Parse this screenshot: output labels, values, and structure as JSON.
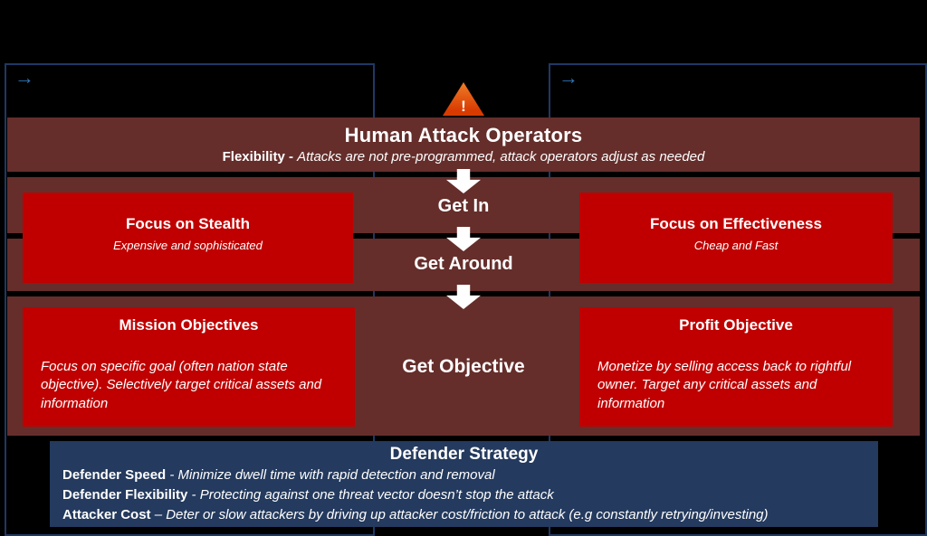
{
  "tracks": {
    "left": {
      "arrow_glyph": "→"
    },
    "right": {
      "arrow_glyph": "→"
    }
  },
  "warning": {
    "glyph": "!"
  },
  "operators": {
    "title": "Human Attack Operators",
    "subtitle_bold": "Flexibility - ",
    "subtitle_italic": "Attacks are not pre-programmed,  attack operators adjust as needed"
  },
  "stages": {
    "get_in": "Get In",
    "get_around": "Get Around",
    "get_objective": "Get Objective"
  },
  "left_column": {
    "stealth": {
      "title": "Focus on Stealth",
      "subtitle": "Expensive and sophisticated"
    },
    "mission": {
      "title": "Mission Objectives",
      "body": "Focus on specific goal (often nation state objective). Selectively target critical assets and information"
    }
  },
  "right_column": {
    "effectiveness": {
      "title": "Focus on Effectiveness",
      "subtitle": "Cheap and Fast"
    },
    "profit": {
      "title": "Profit Objective",
      "body": "Monetize by selling access back to rightful owner. Target any critical assets and information"
    }
  },
  "defender": {
    "title": "Defender Strategy",
    "lines": [
      {
        "bold": "Defender Speed ",
        "rest": "- Minimize dwell time with rapid detection and removal"
      },
      {
        "bold": "Defender Flexibility ",
        "rest": "- Protecting against one threat vector doesn’t stop the attack"
      },
      {
        "bold": "Attacker Cost ",
        "rest": "– Deter or slow attackers by driving up attacker cost/friction to attack (e.g constantly retrying/investing)"
      }
    ]
  },
  "colors": {
    "accent_red": "#C00000",
    "band_maroon": "#652E2B",
    "defender_navy": "#243A5E",
    "outline_blue": "#1F3864",
    "arrow_blue": "#2E75B6",
    "warning_orange": "#D83B01"
  }
}
